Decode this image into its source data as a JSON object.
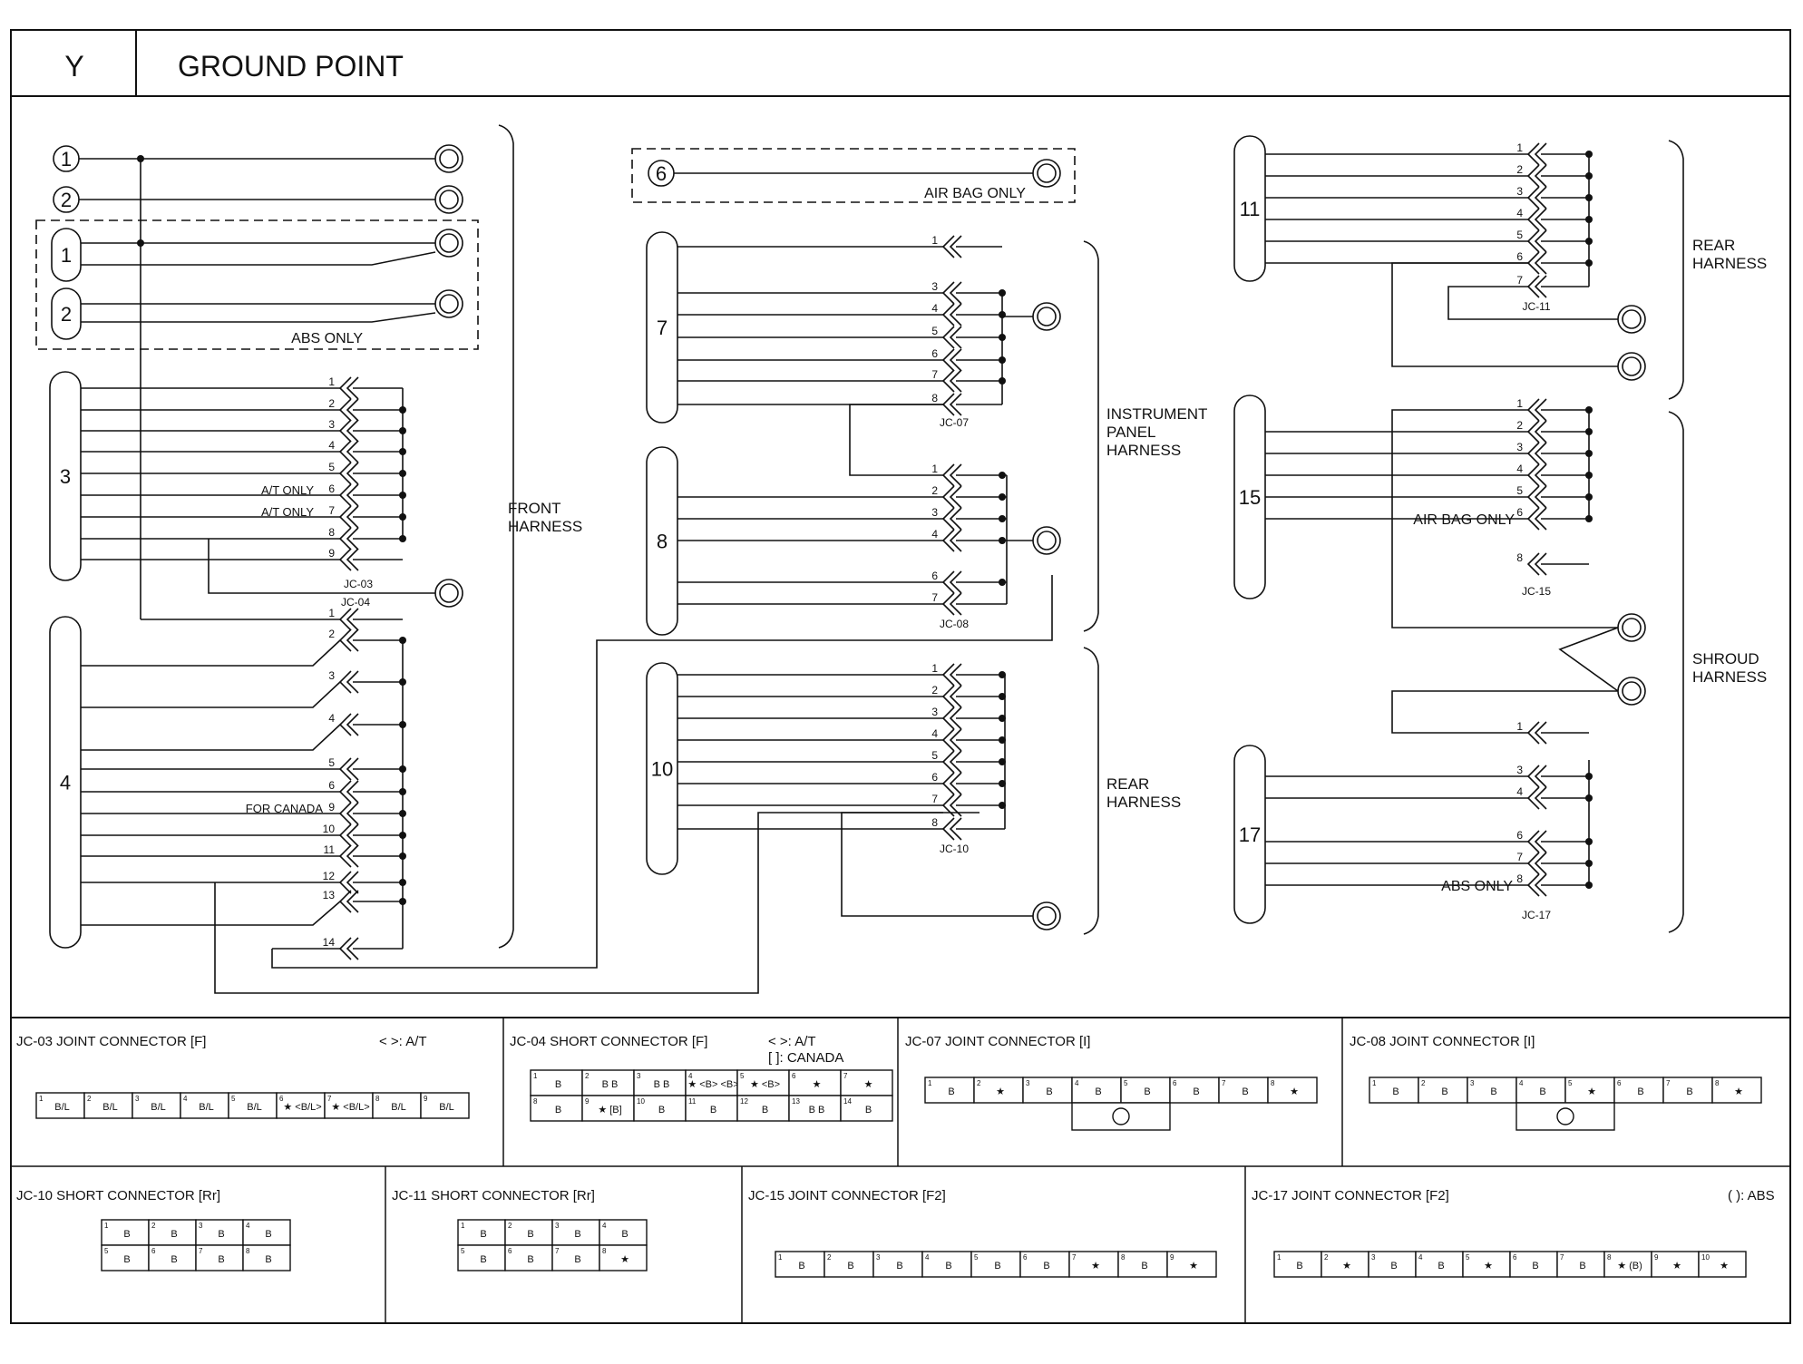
{
  "header": {
    "section": "Y",
    "title": "GROUND POINT"
  },
  "harness_labels": {
    "front": [
      "FRONT",
      "HARNESS"
    ],
    "instrument": [
      "INSTRUMENT",
      "PANEL",
      "HARNESS"
    ],
    "rear_mid": [
      "REAR",
      "HARNESS"
    ],
    "rear_right": [
      "REAR",
      "HARNESS"
    ],
    "shroud": [
      "SHROUD",
      "HARNESS"
    ]
  },
  "notes": {
    "abs_only": "ABS ONLY",
    "air_bag_only": "AIR BAG ONLY",
    "at_only": "A/T ONLY",
    "for_canada": "FOR CANADA"
  },
  "ground_numbers": {
    "g1": "1",
    "g2": "2",
    "g6": "6"
  },
  "connector_numbers": {
    "c1": "1",
    "c2": "2",
    "c3": "3",
    "c4": "4",
    "c7": "7",
    "c8": "8",
    "c10": "10",
    "c11": "11",
    "c15": "15",
    "c17": "17"
  },
  "joint_labels": {
    "jc03": "JC-03",
    "jc04": "JC-04",
    "jc07": "JC-07",
    "jc08": "JC-08",
    "jc10": "JC-10",
    "jc11": "JC-11",
    "jc15": "JC-15",
    "jc17": "JC-17"
  },
  "pin_sets": {
    "jc03": [
      "1",
      "2",
      "3",
      "4",
      "5",
      "6",
      "7",
      "8",
      "9"
    ],
    "jc04": [
      "1",
      "2",
      "3",
      "4",
      "5",
      "6",
      "9",
      "10",
      "11",
      "12",
      "13",
      "14"
    ],
    "jc07": [
      "1",
      "3",
      "4",
      "5",
      "6",
      "7",
      "8"
    ],
    "jc08": [
      "1",
      "2",
      "3",
      "4",
      "6",
      "7"
    ],
    "jc10": [
      "1",
      "2",
      "3",
      "4",
      "5",
      "6",
      "7",
      "8"
    ],
    "jc11": [
      "1",
      "2",
      "3",
      "4",
      "5",
      "6",
      "7"
    ],
    "jc15": [
      "1",
      "2",
      "3",
      "4",
      "5",
      "6",
      "8"
    ],
    "jc17": [
      "1",
      "3",
      "4",
      "6",
      "7",
      "8"
    ]
  },
  "connector_tables": {
    "jc03": {
      "title": "JC-03 JOINT CONNECTOR [F]",
      "legend1": "< >: A/T",
      "legend2": "",
      "row1": [
        [
          "1",
          "B/L"
        ],
        [
          "2",
          "B/L"
        ],
        [
          "3",
          "B/L"
        ],
        [
          "4",
          "B/L"
        ],
        [
          "5",
          "B/L"
        ],
        [
          "6",
          "★ <B/L>"
        ],
        [
          "7",
          "★ <B/L>"
        ],
        [
          "8",
          "B/L"
        ],
        [
          "9",
          "B/L"
        ]
      ],
      "row2": []
    },
    "jc04": {
      "title": "JC-04 SHORT CONNECTOR [F]",
      "legend1": "< >: A/T",
      "legend2": "[ ]: CANADA",
      "row1": [
        [
          "1",
          "B"
        ],
        [
          "2",
          "B B"
        ],
        [
          "3",
          "B B"
        ],
        [
          "4",
          "★ <B> <B>"
        ],
        [
          "5",
          "★ <B>"
        ],
        [
          "6",
          "★"
        ],
        [
          "7",
          "★"
        ]
      ],
      "row2": [
        [
          "8",
          "B"
        ],
        [
          "9",
          "★ [B]"
        ],
        [
          "10",
          "B"
        ],
        [
          "11",
          "B"
        ],
        [
          "12",
          "B"
        ],
        [
          "13",
          "B B"
        ],
        [
          "14",
          "B"
        ]
      ]
    },
    "jc07": {
      "title": "JC-07 JOINT CONNECTOR [I]",
      "legend1": "",
      "legend2": "",
      "row1": [
        [
          "1",
          "B"
        ],
        [
          "2",
          "★"
        ],
        [
          "3",
          "B"
        ],
        [
          "4",
          "B"
        ],
        [
          "5",
          "B"
        ],
        [
          "6",
          "B"
        ],
        [
          "7",
          "B"
        ],
        [
          "8",
          "★"
        ]
      ],
      "row2": []
    },
    "jc08": {
      "title": "JC-08 JOINT CONNECTOR [I]",
      "legend1": "",
      "legend2": "",
      "row1": [
        [
          "1",
          "B"
        ],
        [
          "2",
          "B"
        ],
        [
          "3",
          "B"
        ],
        [
          "4",
          "B"
        ],
        [
          "5",
          "★"
        ],
        [
          "6",
          "B"
        ],
        [
          "7",
          "B"
        ],
        [
          "8",
          "★"
        ]
      ],
      "row2": []
    },
    "jc10": {
      "title": "JC-10 SHORT CONNECTOR [Rr]",
      "legend1": "",
      "legend2": "",
      "row1": [
        [
          "1",
          "B"
        ],
        [
          "2",
          "B"
        ],
        [
          "3",
          "B"
        ],
        [
          "4",
          "B"
        ]
      ],
      "row2": [
        [
          "5",
          "B"
        ],
        [
          "6",
          "B"
        ],
        [
          "7",
          "B"
        ],
        [
          "8",
          "B"
        ]
      ]
    },
    "jc11": {
      "title": "JC-11 SHORT CONNECTOR [Rr]",
      "legend1": "",
      "legend2": "",
      "row1": [
        [
          "1",
          "B"
        ],
        [
          "2",
          "B"
        ],
        [
          "3",
          "B"
        ],
        [
          "4",
          "B"
        ]
      ],
      "row2": [
        [
          "5",
          "B"
        ],
        [
          "6",
          "B"
        ],
        [
          "7",
          "B"
        ],
        [
          "8",
          "★"
        ]
      ]
    },
    "jc15": {
      "title": "JC-15 JOINT CONNECTOR [F2]",
      "legend1": "",
      "legend2": "",
      "row1": [
        [
          "1",
          "B"
        ],
        [
          "2",
          "B"
        ],
        [
          "3",
          "B"
        ],
        [
          "4",
          "B"
        ],
        [
          "5",
          "B"
        ],
        [
          "6",
          "B"
        ],
        [
          "7",
          "★"
        ],
        [
          "8",
          "B"
        ],
        [
          "9",
          "★"
        ]
      ],
      "row2": []
    },
    "jc17": {
      "title": "JC-17 JOINT CONNECTOR [F2]",
      "legend1": "( ): ABS",
      "legend2": "",
      "row1": [
        [
          "1",
          "B"
        ],
        [
          "2",
          "★"
        ],
        [
          "3",
          "B"
        ],
        [
          "4",
          "B"
        ],
        [
          "5",
          "★"
        ],
        [
          "6",
          "B"
        ],
        [
          "7",
          "B"
        ],
        [
          "8",
          "★ (B)"
        ],
        [
          "9",
          "★"
        ],
        [
          "10",
          "★"
        ]
      ],
      "row2": []
    }
  }
}
